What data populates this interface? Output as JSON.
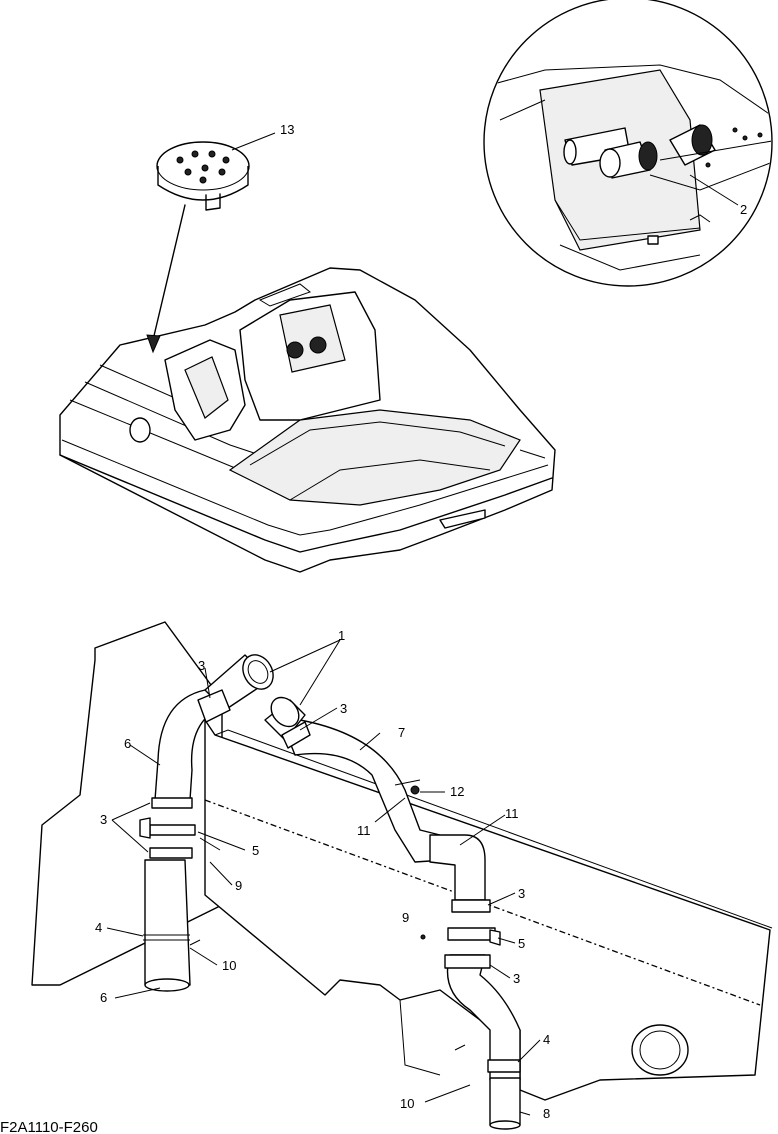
{
  "figure_code": "F2A1110-F260",
  "callouts": {
    "c1": "1",
    "c2": "2",
    "c3": "3",
    "c4": "4",
    "c5": "5",
    "c6": "6",
    "c7": "7",
    "c8": "8",
    "c9": "9",
    "c10": "10",
    "c11": "11",
    "c12": "12",
    "c13": "13"
  }
}
